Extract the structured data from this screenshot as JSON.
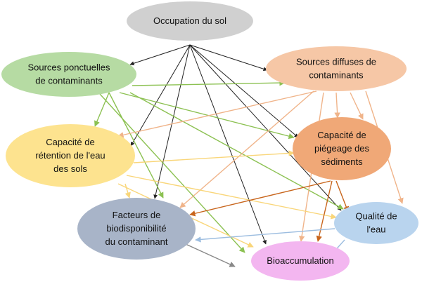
{
  "nodes": {
    "occupation": {
      "lines": [
        "Occupation du sol"
      ],
      "fill": "#d0d0d0"
    },
    "ponctuelles": {
      "lines": [
        "Sources ponctuelles",
        "de contaminants"
      ],
      "fill": "#b6dba3"
    },
    "diffuses": {
      "lines": [
        "Sources diffuses de",
        "contaminants"
      ],
      "fill": "#f6c7a6"
    },
    "retention": {
      "lines": [
        "Capacité de",
        "rétention de l'eau",
        "des sols"
      ],
      "fill": "#fde38f"
    },
    "piegeage": {
      "lines": [
        "Capacité de",
        "piégeage des",
        "sédiments"
      ],
      "fill": "#f0a877"
    },
    "facteurs": {
      "lines": [
        "Facteurs de",
        "biodisponibilité",
        "du contaminant"
      ],
      "fill": "#a8b4c8"
    },
    "qualite": {
      "lines": [
        "Qualité de",
        "l'eau"
      ],
      "fill": "#b9d4ee"
    },
    "bioaccumulation": {
      "lines": [
        "Bioaccumulation"
      ],
      "fill": "#f3b6f0"
    }
  },
  "edge_colors": {
    "occupation": "#222222",
    "ponctuelles": "#8cc152",
    "diffuses": "#f0b48a",
    "retention": "#f9d67a",
    "piegeage": "#c8651c",
    "facteurs": "#888888",
    "qualite": "#9cbde0"
  }
}
